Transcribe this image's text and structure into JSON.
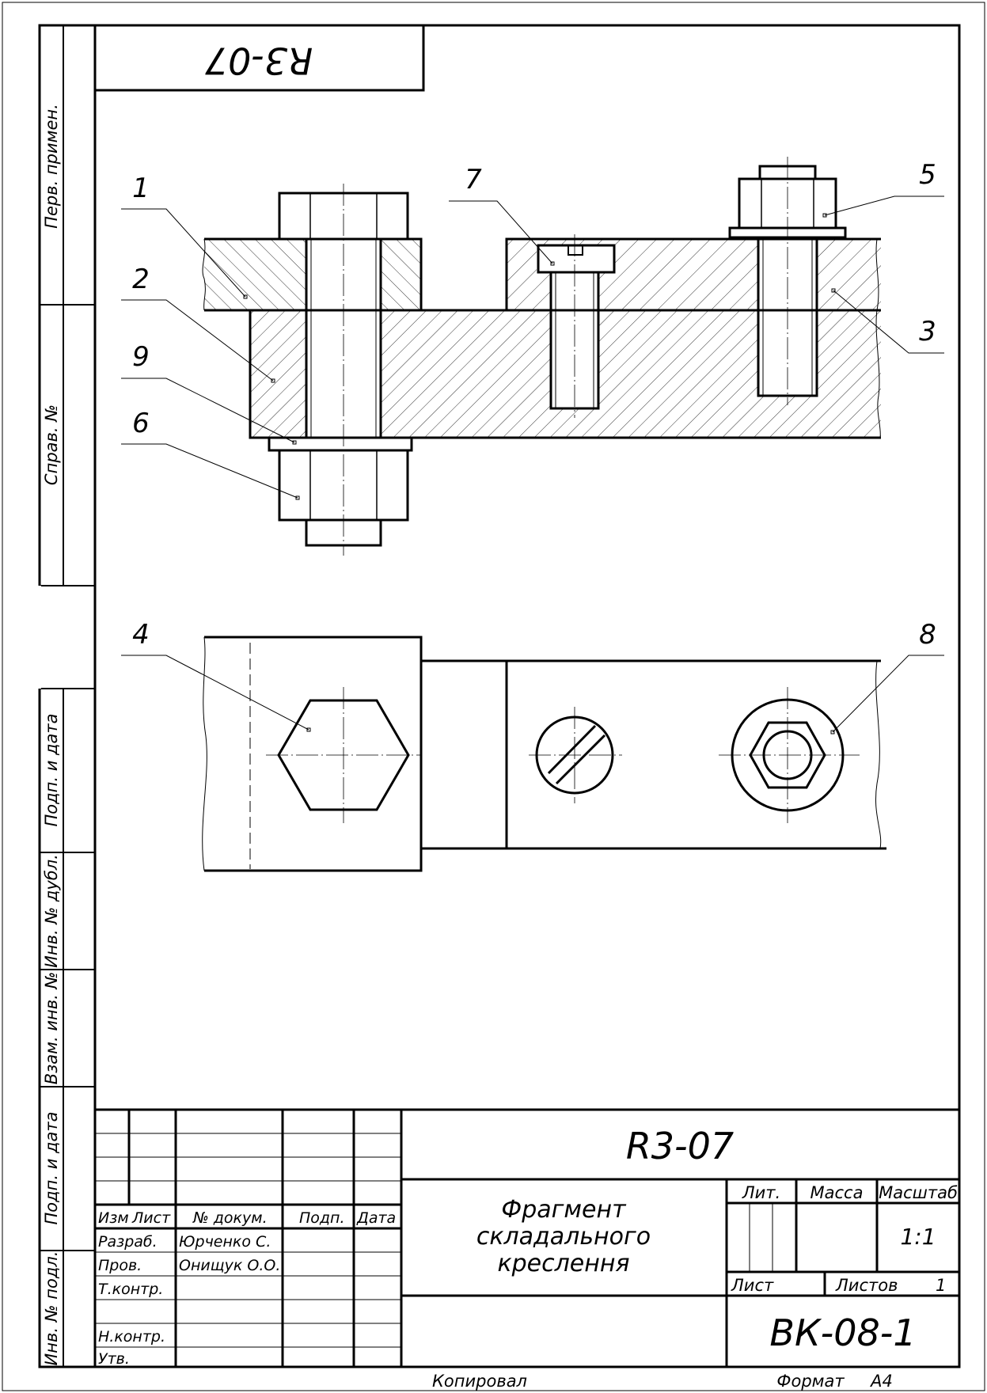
{
  "drawing": {
    "top_code": "R3-07",
    "side_labels": [
      "Перв. примен.",
      "Справ. №",
      "Подп. и дата",
      "Инв. № дубл.",
      "Взам. инв. №",
      "Подп. и дата",
      "Инв. № подл."
    ],
    "callouts": [
      "1",
      "2",
      "3",
      "4",
      "5",
      "6",
      "7",
      "8",
      "9"
    ]
  },
  "title_block": {
    "col_headers": [
      "Изм",
      "Лист",
      "№ докум.",
      "Подп.",
      "Дата"
    ],
    "roles": [
      "Разраб.",
      "Пров.",
      "Т.контр.",
      "",
      "Н.контр.",
      "Утв."
    ],
    "names": [
      "Юрченко С.",
      "Онищук О.О."
    ],
    "designation": "R3-07",
    "title_lines": [
      "Фрагмент",
      "складального",
      "креслення"
    ],
    "lit_label": "Лит.",
    "mass_label": "Масса",
    "scale_label": "Масштаб",
    "scale_value": "1:1",
    "sheet_label": "Лист",
    "sheets_label": "Листов",
    "sheets_value": "1",
    "doc_code": "ВК-08-1",
    "copied_label": "Копировал",
    "format_label": "Формат",
    "format_value": "А4"
  }
}
